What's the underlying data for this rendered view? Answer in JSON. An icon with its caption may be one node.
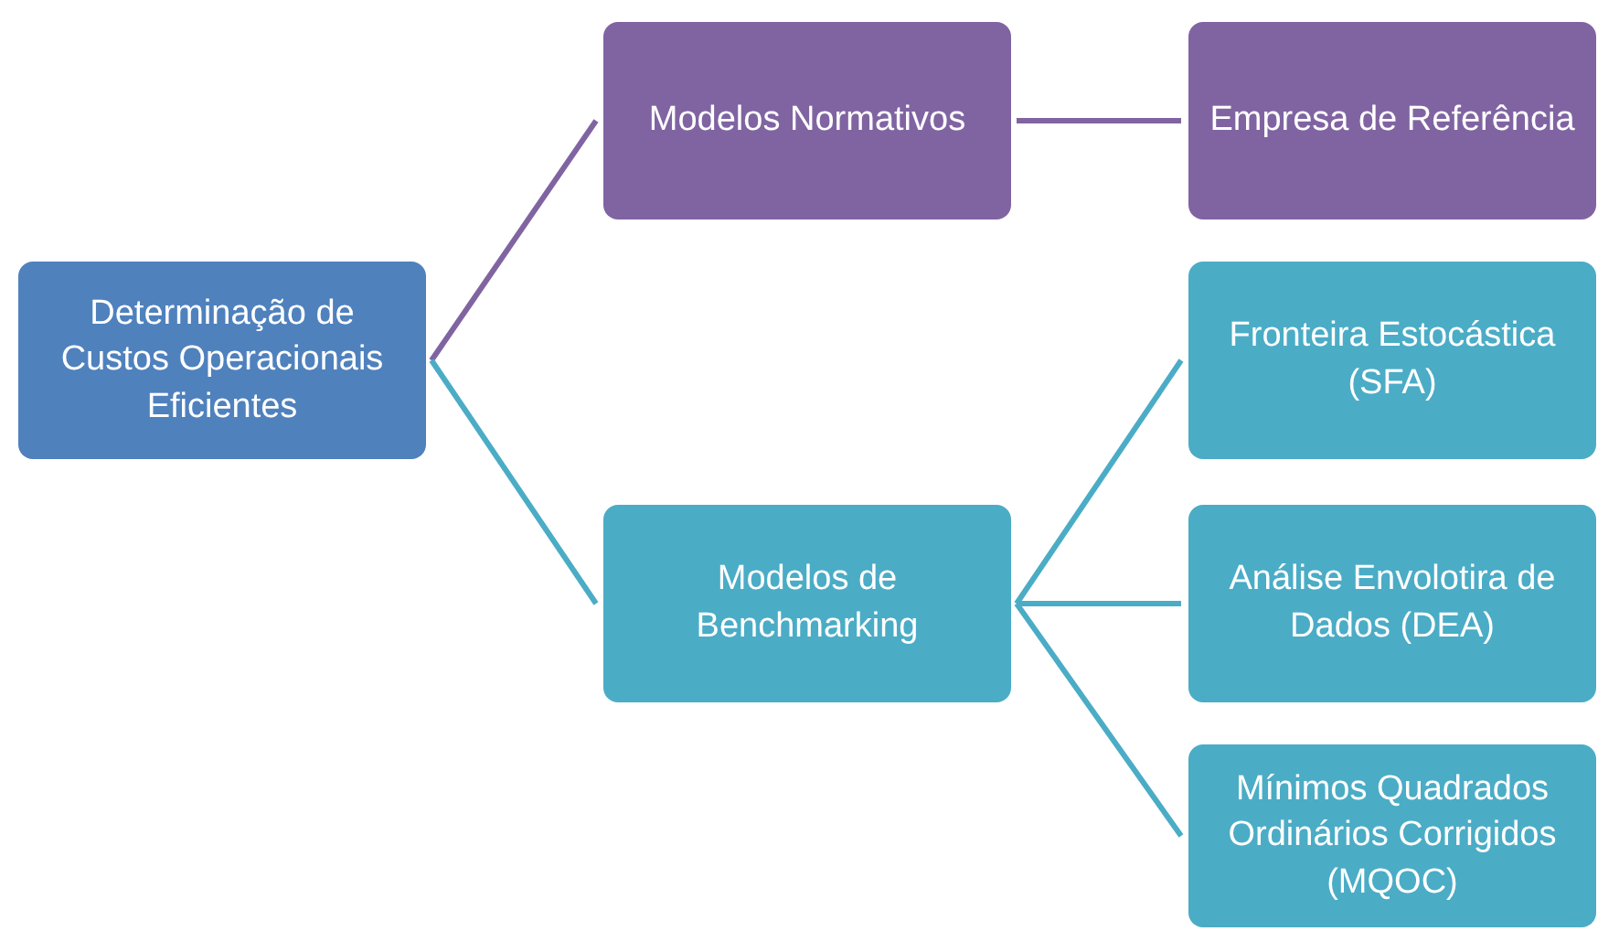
{
  "diagram": {
    "nodes": [
      {
        "text": [
          "Determinação de Custos Operacionais Eficientes"
        ]
      },
      {
        "text": [
          "Modelos Normativos"
        ]
      },
      {
        "text": [
          "Empresa de Referência"
        ]
      },
      {
        "text": [
          "Modelos de Benchmarking"
        ]
      },
      {
        "text": [
          "Fronteira Estocástica (SFA)"
        ]
      },
      {
        "text": [
          "Análise Envolotira de Dados (DEA)"
        ]
      },
      {
        "text": [
          "Mínimos Quadrados Ordinários Corrigidos (MQOC)"
        ]
      }
    ],
    "edges": [
      {
        "from": 0,
        "to": 1,
        "arrow": "none",
        "color": "#8064a2"
      },
      {
        "from": 1,
        "to": 2,
        "arrow": "none",
        "color": "#8064a2"
      },
      {
        "from": 0,
        "to": 3,
        "arrow": "none"
      },
      {
        "from": 3,
        "to": 4,
        "arrow": "none"
      },
      {
        "from": 3,
        "to": 5,
        "arrow": "none"
      },
      {
        "from": 3,
        "to": 6,
        "arrow": "none"
      }
    ]
  }
}
